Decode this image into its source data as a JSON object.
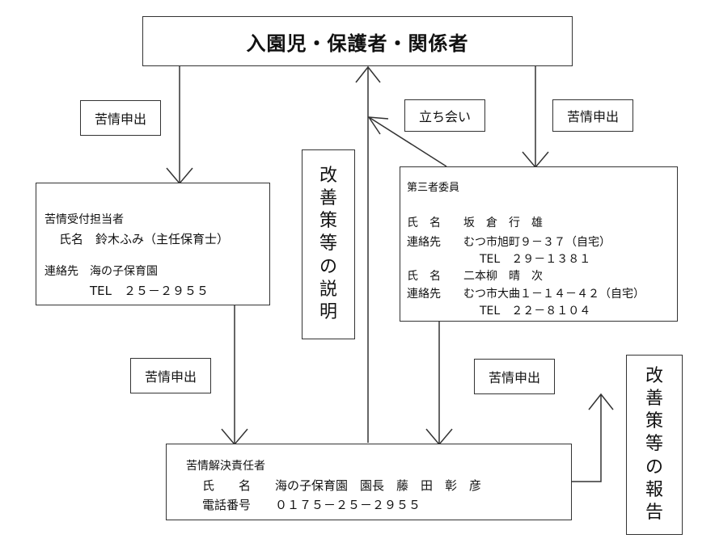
{
  "header": {
    "title": "入園児・保護者・関係者"
  },
  "labels": {
    "complaint_left": "苦情申出",
    "complaint_right": "苦情申出",
    "complaint_mid_left": "苦情申出",
    "complaint_mid_right": "苦情申出",
    "witness": "立ち会い",
    "explain_vertical": [
      "改",
      "善",
      "策",
      "等",
      "の",
      "説",
      "明"
    ],
    "report_vertical": [
      "改",
      "善",
      "策",
      "等",
      "の",
      "報",
      "告"
    ]
  },
  "receptionist": {
    "role": "苦情受付担当者",
    "name_line": "氏名　鈴木ふみ（主任保育士）",
    "contact_line": "連絡先　海の子保育園",
    "tel_line": "TEL　２５－２９５５"
  },
  "committee": {
    "role": "第三者委員",
    "m1_name": "氏　名　　坂　倉　行　雄",
    "m1_contact": "連絡先　　むつ市旭町９－３７（自宅）",
    "m1_tel": "TEL　２９－１３８１",
    "m2_name": "氏　名　　二本柳　晴　次",
    "m2_contact": "連絡先　　むつ市大曲１－１４－４２（自宅）",
    "m2_tel": "TEL　２２－８１０４"
  },
  "resolver": {
    "role": "苦情解決責任者",
    "name_line": "氏　　名　　海の子保育園　園長　藤　田　彰　彦",
    "phone_line": "電話番号　　０１７５－２５－２９５５"
  }
}
